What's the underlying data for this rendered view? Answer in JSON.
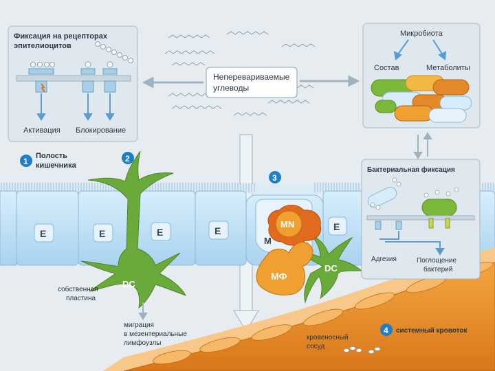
{
  "panels": {
    "receptors": {
      "title_line1": "Фиксация на рецепторах",
      "title_line2": "эпителиоцитов",
      "activation": "Активация",
      "blocking": "Блокирование"
    },
    "microbiota": {
      "title": "Микробиота",
      "composition": "Состав",
      "metabolites": "Метаболиты"
    },
    "bacterial_fixation": {
      "title": "Бактериальная фиксация",
      "adhesion": "Адгезия",
      "uptake_line1": "Поглощение",
      "uptake_line2": "бактерий"
    }
  },
  "center_label": {
    "line1": "Неперевариваемые",
    "line2": "углеводы"
  },
  "markers": {
    "m1": "1",
    "m1_line1": "Полость",
    "m1_line2": "кишечника",
    "m2": "2",
    "m3": "3",
    "m4": "4",
    "m4_label": "системный кровоток"
  },
  "cells": {
    "e": "E",
    "mn": "MN",
    "m": "M",
    "mf": "МФ",
    "dc": "DC"
  },
  "lamina": {
    "line1": "собственная",
    "line2": "пластина"
  },
  "migration": {
    "line1": "миграция",
    "line2": "в мезентериальные",
    "line3": "лимфоузлы"
  },
  "vessel": {
    "line1": "кровеносный",
    "line2": "сосуд"
  },
  "colors": {
    "epithelium": "#bfe0f5",
    "dendritic": "#6aaa3a",
    "macrophage": "#f0a030",
    "vessel": "#e48a1e",
    "marker": "#1e7fc8"
  }
}
